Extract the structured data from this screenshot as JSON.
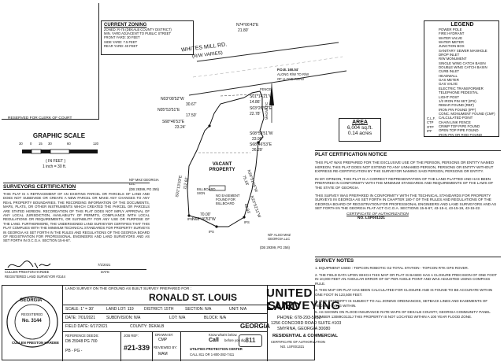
{
  "zoning": {
    "title": "CURRENT ZONING",
    "lines": [
      "ZONED: R-75 (DEKALB COUNTY DISTRICT)",
      "MIN. YARD ADJACENT TO PUBLIC STREET",
      "FRONT YARD: 30 FEET",
      "SIDE YARD: 7.5 FEET",
      "REAR YARD: 40 FEET"
    ]
  },
  "clerk_label": "RESERVED FOR CLERK OF COURT",
  "graphic_scale": {
    "title": "GRAPHIC SCALE",
    "ticks": [
      "30",
      "0",
      "15",
      "30",
      "60",
      "120"
    ],
    "unit": "( IN FEET )",
    "ratio": "1 inch = 30 ft."
  },
  "surveyors_cert": {
    "title": "SURVEYORS CERTIFICATION",
    "body": "THIS PLAT IS A RETRACEMENT OF AN EXISTING PARCEL OR PARCELS OF LAND AND DOES NOT SUBDIVIDE OR CREATE A NEW PARCEL OR MAKE ANY CHANGES TO ANY REAL PROPERTY BOUNDARIES. THE RECORDING INFORMATION OF THE DOCUMENTS, MAPS, PLATS, OR OTHER INSTRUMENTS WHICH CREATED THE PARCEL OR PARCELS ARE STATED HEREON. RECORDATION OF THIS PLAT DOES NOT IMPLY APPROVAL OF ANY LOCAL JURISDICTION, AVAILABILITY OF PERMITS, COMPLIANCE WITH LOCAL REGULATIONS OR REQUIREMENTS, OR SUITABILITY FOR ANY USE OR PURPOSE OF THE LAND. FURTHERMORE, THE UNDERSIGNED LAND SURVEYOR CERTIFIES THAT THIS PLAT COMPLIES WITH THE MINIMUM TECHNICAL STANDARDS FOR PROPERTY SURVEYS IN GEORGIA AS SET FORTH IN THE RULES AND REGULATIONS OF THE GEORGIA BOARD OF REGISTRATION FOR PROFESSIONAL ENGINEERS AND LAND SURVEYORS AND AS SET FORTH IN O.C.G.A. SECTION 15-6-67.",
    "date": "7/1/2021",
    "name": "CULLEN PRESTON HARDEE",
    "date_label": "DATE",
    "reg": "REGISTERED LAND SURVEYOR #3144"
  },
  "legend": {
    "title": "LEGEND",
    "items": [
      "POWER POLE",
      "FIRE HYDRANT",
      "WATER VALVE",
      "WATER METER",
      "JUNCTION BOX",
      "SANITARY SEWER MANHOLE",
      "DROP INLET",
      "R/W MONUMENT",
      "SINGLE WING CATCH BASIN",
      "DOUBLE WING CATCH BASIN",
      "CURB INLET",
      "HEADWALL",
      "GAS METER",
      "GAS VALVE",
      "ELECTRIC TRANSFORMER",
      "TELEPHONE PEDESTAL",
      "LIGHT POST",
      "1/2 IRON PIN SET (IPS)",
      "REBAR FOUND (RBF)",
      "IRON PIN FOUND (IPF)",
      "CONC. MONUMENT FOUND (CMF)",
      "CALCULATED POINT",
      "CHAIN LINK FENCE",
      "CRIMP TOP PIPE FOUND",
      "OPEN TOP PIPE FOUND",
      "IRON PIN OR ROD FOUND"
    ],
    "codes": [
      "C.L.F.",
      "CTP",
      "OTP",
      "IPF"
    ]
  },
  "area": {
    "title": "AREA",
    "sqft": "6,004 sq.ft.",
    "acres": "0.14 acres"
  },
  "plat_cert": {
    "title": "PLAT CERTIFICATION NOTICE",
    "p1": "THIS PLAT WAS PREPARED FOR THE EXCLUSIVE USE OF THE PERSON, PERSONS OR ENTITY NAMED HEREON. THIS PLAT DOES NOT EXTEND TO ANY UNNAMED PERSON, PERSONS OR ENTITY WITHOUT EXPRESS RE-CERTIFICATION BY THE SURVEYOR NAMING SAID PERSON, PERSONS OR ENTITY.",
    "p2": "IN MY OPINION, THIS PLAT IS A CORRECT REPRESENTATION OF THE LAND PLATTED AND HAS BEEN PREPARED IN CONFORMITY WITH THE MINIMUM STANDARDS AND REQUIREMENTS OF THE LAWS OF THE STATE OF GEORGIA.",
    "p3": "THIS SURVEY WAS PREPARED IN CONFORMITY WITH THE TECHNICAL STANDARDS FOR PROPERTY SURVEYS IN GEORGIA AS SET FORTH IN CHAPTER 180-7 OF THE RULES AND REGULATIONS OF THE GEORGIA BOARD OF REGISTRATION FOR PROFESSIONAL ENGINEERS AND LAND SURVEYORS AND AS SET FORTH IN THE GEORGIA PLAT ACT O.C.G.A. SECTIONS 15-6-67, 43-15-4, 43-15-19, 43-15-22.",
    "auth_title": "CERTIFICATE OF AUTHORIZATION",
    "auth_no": "NO. LSF001321"
  },
  "survey_notes": {
    "title": "SURVEY NOTES",
    "notes": [
      "1.  EQUIPMENT USED : TOPCON ROBOTIC G2 TOTAL STATION - TOPCON RTK GPS ROVER.",
      "2.  THE FIELD DATA UPON WHICH THIS MAP OR PLAT IS BASED HAS A CLOSURE PRECISION OF ONE FOOT IN 10,000 FEET AN ANGULAR ERROR OF 02\" PER ANGLE POINT AND WAS ADJUSTED USING COMPASS RULE.",
      "3.  THIS MAP OR PLAT HAS BEEN CALCULATED FOR CLOSURE AND IS FOUND TO BE ACCURATE WITHIN ONE FOOT IN 123,508 FEET.",
      "4.  THIS PROPERTY IS SUBJECT TO ALL ZONING ORDINANCES, SETBACK LINES AND EASEMENTS OF RECORD LYING WITHIN.",
      "5.  AS SHOWN ON FLOOD INSURANCE RATE MAPS OF DEKALB COUNTY, GEORGIA COMMUNITY PANEL NUMBER 13089C0131J THIS PROPERTY IS NOT LOCATED WITHIN A 100 YEAR FLOOD ZONE."
    ]
  },
  "plan": {
    "road": "WHITES MILL RD.",
    "row": "(R/W VARIES)",
    "pob": "P.O.B. 160.04'",
    "pob2": "ALONG R/W TO R/W",
    "pob3": "OF LLOYD ROAD",
    "fence": "FENCE",
    "top_bearing": "N74°06'43\"E",
    "top_dist": "21.80'",
    "calls": [
      {
        "b": "N03°08'52\"W",
        "d": "30.67'"
      },
      {
        "b": "N05°53'51\"E",
        "d": "17.50'"
      },
      {
        "b": "S68°46'53\"E",
        "d": "23.24'"
      },
      {
        "b": "S01°14'21\"W",
        "d": "14.86'"
      },
      {
        "b": "S03°26'52\"E",
        "d": "22.78'"
      },
      {
        "b": "S08°53'51\"W",
        "d": "23.98'"
      },
      {
        "b": "S68°46'53\"E",
        "d": "26.29'"
      }
    ],
    "left_side": "S01°13'03\"E",
    "left_dist": "112.62'",
    "right_side": "N29°51'25\"W",
    "right_dist": "75.18'",
    "right_side2": "N23°52'11\"W",
    "right_dist2": "48.93'",
    "bottom_bearing": "N68°46'53\"W",
    "bottom_dist": "70.00'",
    "vacant": "VACANT PROPERTY",
    "billboard": "BILLBOARD SIGN",
    "no_easement": "NO EASEMENT FOUND FOR BILLBOARD",
    "owner_left": "N/F MHZ GEORGIA LLC",
    "owner_left2": "(DB 29399, PG 255)",
    "owner_right": "N/F ALSO MHZ GEORGIA LLC",
    "owner_right2": "(DB 29399, PG 256)",
    "ips": "IPS",
    "magnetic": "MAGNETIC"
  },
  "title_block": {
    "seal": {
      "state": "GEORGIA",
      "reg_no": "No. 3144",
      "registered": "REGISTERED",
      "name": "CULLEN PRESTON HARDEE"
    },
    "prepared_for_label": "LAND SURVEY ON THE GROUND AS BUILT SURVEY PREPARED FOR :",
    "client": "RONALD ST. LOUIS",
    "scale_l": "SCALE:",
    "scale_v": "1\" = 30'",
    "ll_l": "LAND LOT:",
    "ll_v": "119",
    "dist_l": "DISTRICT:",
    "dist_v": "15TH",
    "sec_l": "SECTION:",
    "sec_v": "N/A",
    "unit_l": "UNIT:",
    "unit_v": "N/A",
    "date_l": "DATE:",
    "date_v": "7/01/2021",
    "sub_l": "SUBDIVISION:",
    "sub_v": "N/A",
    "lot_l": "LOT:",
    "lot_v": "N/A",
    "blk_l": "BLOCK:",
    "blk_v": "N/A",
    "field_l": "FIELD DATE:",
    "field_v": "6/17/2021",
    "county_l": "COUNTY:",
    "county_v": "DEKALB",
    "state_v": "GEORGIA",
    "ref_l": "REFERENCE DEEDS:",
    "ref_v": "DB 25948 PG 700",
    "pb_l": "PB - PG -",
    "job_l": "JOB REF:",
    "job_v": "#21-339",
    "drawn_l": "DRAWN BY:",
    "drawn_v": "CMP",
    "rev_l": "REVIEWED BY:",
    "rev_v": "MAM",
    "call_title": "Know what's below.",
    "call_big": "Call",
    "call_sub": "before you dig.",
    "call_note": "UTILITIES PROTECTION CENTER",
    "call_line": "CALL 811 OR 1-800-282-7411"
  },
  "company": {
    "name1": "UNITED LAND",
    "name2": "SURVEYING",
    "phone": "PHONE: 678-293-5232",
    "address1": "1256 CONCORD ROAD SUITE #103",
    "address2": "SMYRNA, GEORGIA 30080",
    "services": "RESIDENTIAL & COMMERCIAL",
    "cert": "CERTIFICATE OF AUTHORIZATION",
    "cert_no": "NO. LSF001321"
  }
}
